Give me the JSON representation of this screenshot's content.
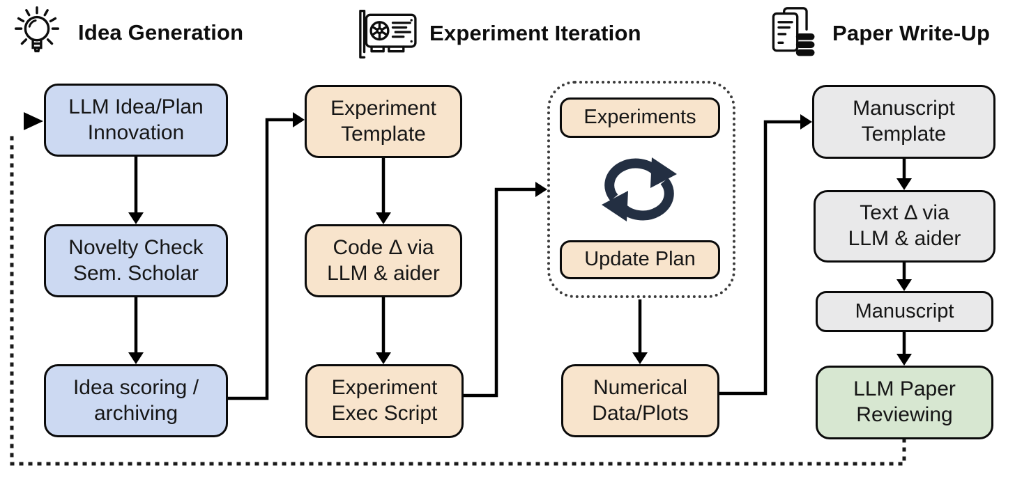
{
  "headers": [
    {
      "id": "idea-generation",
      "icon": "lightbulb-icon",
      "label": "Idea Generation"
    },
    {
      "id": "experiment-iteration",
      "icon": "gpu-icon",
      "label": "Experiment Iteration"
    },
    {
      "id": "paper-write-up",
      "icon": "paper-stack-icon",
      "label": "Paper Write-Up"
    }
  ],
  "nodes": {
    "llm_idea_plan": {
      "label": "LLM Idea/Plan\nInnovation",
      "fill": "#ccd9f2"
    },
    "novelty_check": {
      "label": "Novelty Check\nSem. Scholar",
      "fill": "#ccd9f2"
    },
    "idea_scoring": {
      "label": "Idea scoring /\narchiving",
      "fill": "#ccd9f2"
    },
    "experiment_template": {
      "label": "Experiment\nTemplate",
      "fill": "#f8e4cc"
    },
    "code_delta": {
      "label": "Code Δ via\nLLM & aider",
      "fill": "#f8e4cc"
    },
    "experiment_exec": {
      "label": "Experiment\nExec Script",
      "fill": "#f8e4cc"
    },
    "experiments": {
      "label": "Experiments",
      "fill": "#f8e4cc"
    },
    "update_plan": {
      "label": "Update Plan",
      "fill": "#f8e4cc"
    },
    "numerical_data": {
      "label": "Numerical\nData/Plots",
      "fill": "#f8e4cc"
    },
    "manuscript_template": {
      "label": "Manuscript\nTemplate",
      "fill": "#e9e9ea"
    },
    "text_delta": {
      "label": "Text Δ via\nLLM & aider",
      "fill": "#e9e9ea"
    },
    "manuscript": {
      "label": "Manuscript",
      "fill": "#e9e9ea"
    },
    "llm_paper_reviewing": {
      "label": "LLM Paper\nReviewing",
      "fill": "#d7e7d1"
    }
  },
  "icons": {
    "loop": "cycle-arrows-icon"
  },
  "colors": {
    "idea_phase": "#ccd9f2",
    "experiment_phase": "#f8e4cc",
    "writeup_phase": "#e9e9ea",
    "review_box": "#d7e7d1",
    "outline": "#0a0a0a",
    "loop_icon": "#232f42",
    "dotted_border": "#3c3c3c",
    "background": "#ffffff"
  }
}
